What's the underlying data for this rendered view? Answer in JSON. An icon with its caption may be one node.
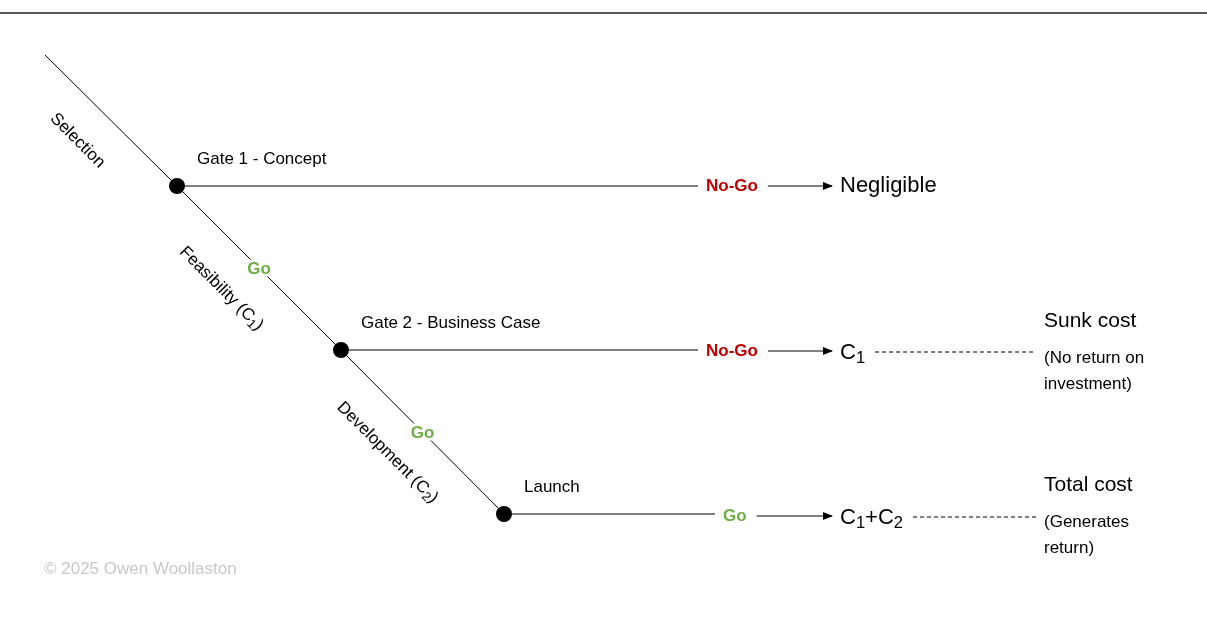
{
  "diagram": {
    "nodes": [
      {
        "text": [],
        "shape": "circle",
        "beside": [
          "Gate 1 - Concept"
        ]
      },
      {
        "text": [],
        "shape": "circle",
        "beside": [
          "Gate 2 - Business Case"
        ]
      },
      {
        "text": [],
        "shape": "circle",
        "beside": [
          "Launch"
        ]
      },
      {
        "text": [
          "No-Go"
        ]
      },
      {
        "text": [
          "Negligible"
        ]
      },
      {
        "text": [
          "No-Go"
        ]
      },
      {
        "text": [
          "C$_{1}$"
        ]
      },
      {
        "text": [
          "Go"
        ]
      },
      {
        "text": [
          "C$_{1}$+C$_{2}$"
        ]
      },
      {
        "text": [
          "Sunk cost",
          "(No return on investment)"
        ]
      },
      {
        "text": [
          "Total cost",
          "(Generates return)"
        ]
      }
    ],
    "edges": [
      {
        "from": null,
        "to": 0,
        "arrow": "none"
      },
      {
        "from": 0,
        "to": 1,
        "arrow": "none",
        "label": "Go"
      },
      {
        "from": 1,
        "to": 2,
        "arrow": "none",
        "label": "Go"
      },
      {
        "from": 0,
        "to": 3,
        "arrow": "none"
      },
      {
        "from": 3,
        "to": 4,
        "arrow": "to"
      },
      {
        "from": 1,
        "to": 5,
        "arrow": "none"
      },
      {
        "from": 5,
        "to": 6,
        "arrow": "to"
      },
      {
        "from": 2,
        "to": 7,
        "arrow": "none"
      },
      {
        "from": 7,
        "to": 8,
        "arrow": "to"
      },
      {
        "from": 6,
        "to": 9,
        "arrow": "none",
        "style": "dashed"
      },
      {
        "from": 8,
        "to": 10,
        "arrow": "none",
        "style": "dashed"
      }
    ],
    "labels": [
      "Selection",
      "Feasibility (C$_{1}$)",
      "Development (C$_{2}$)",
      "© 2025 Owen Woollaston"
    ]
  }
}
